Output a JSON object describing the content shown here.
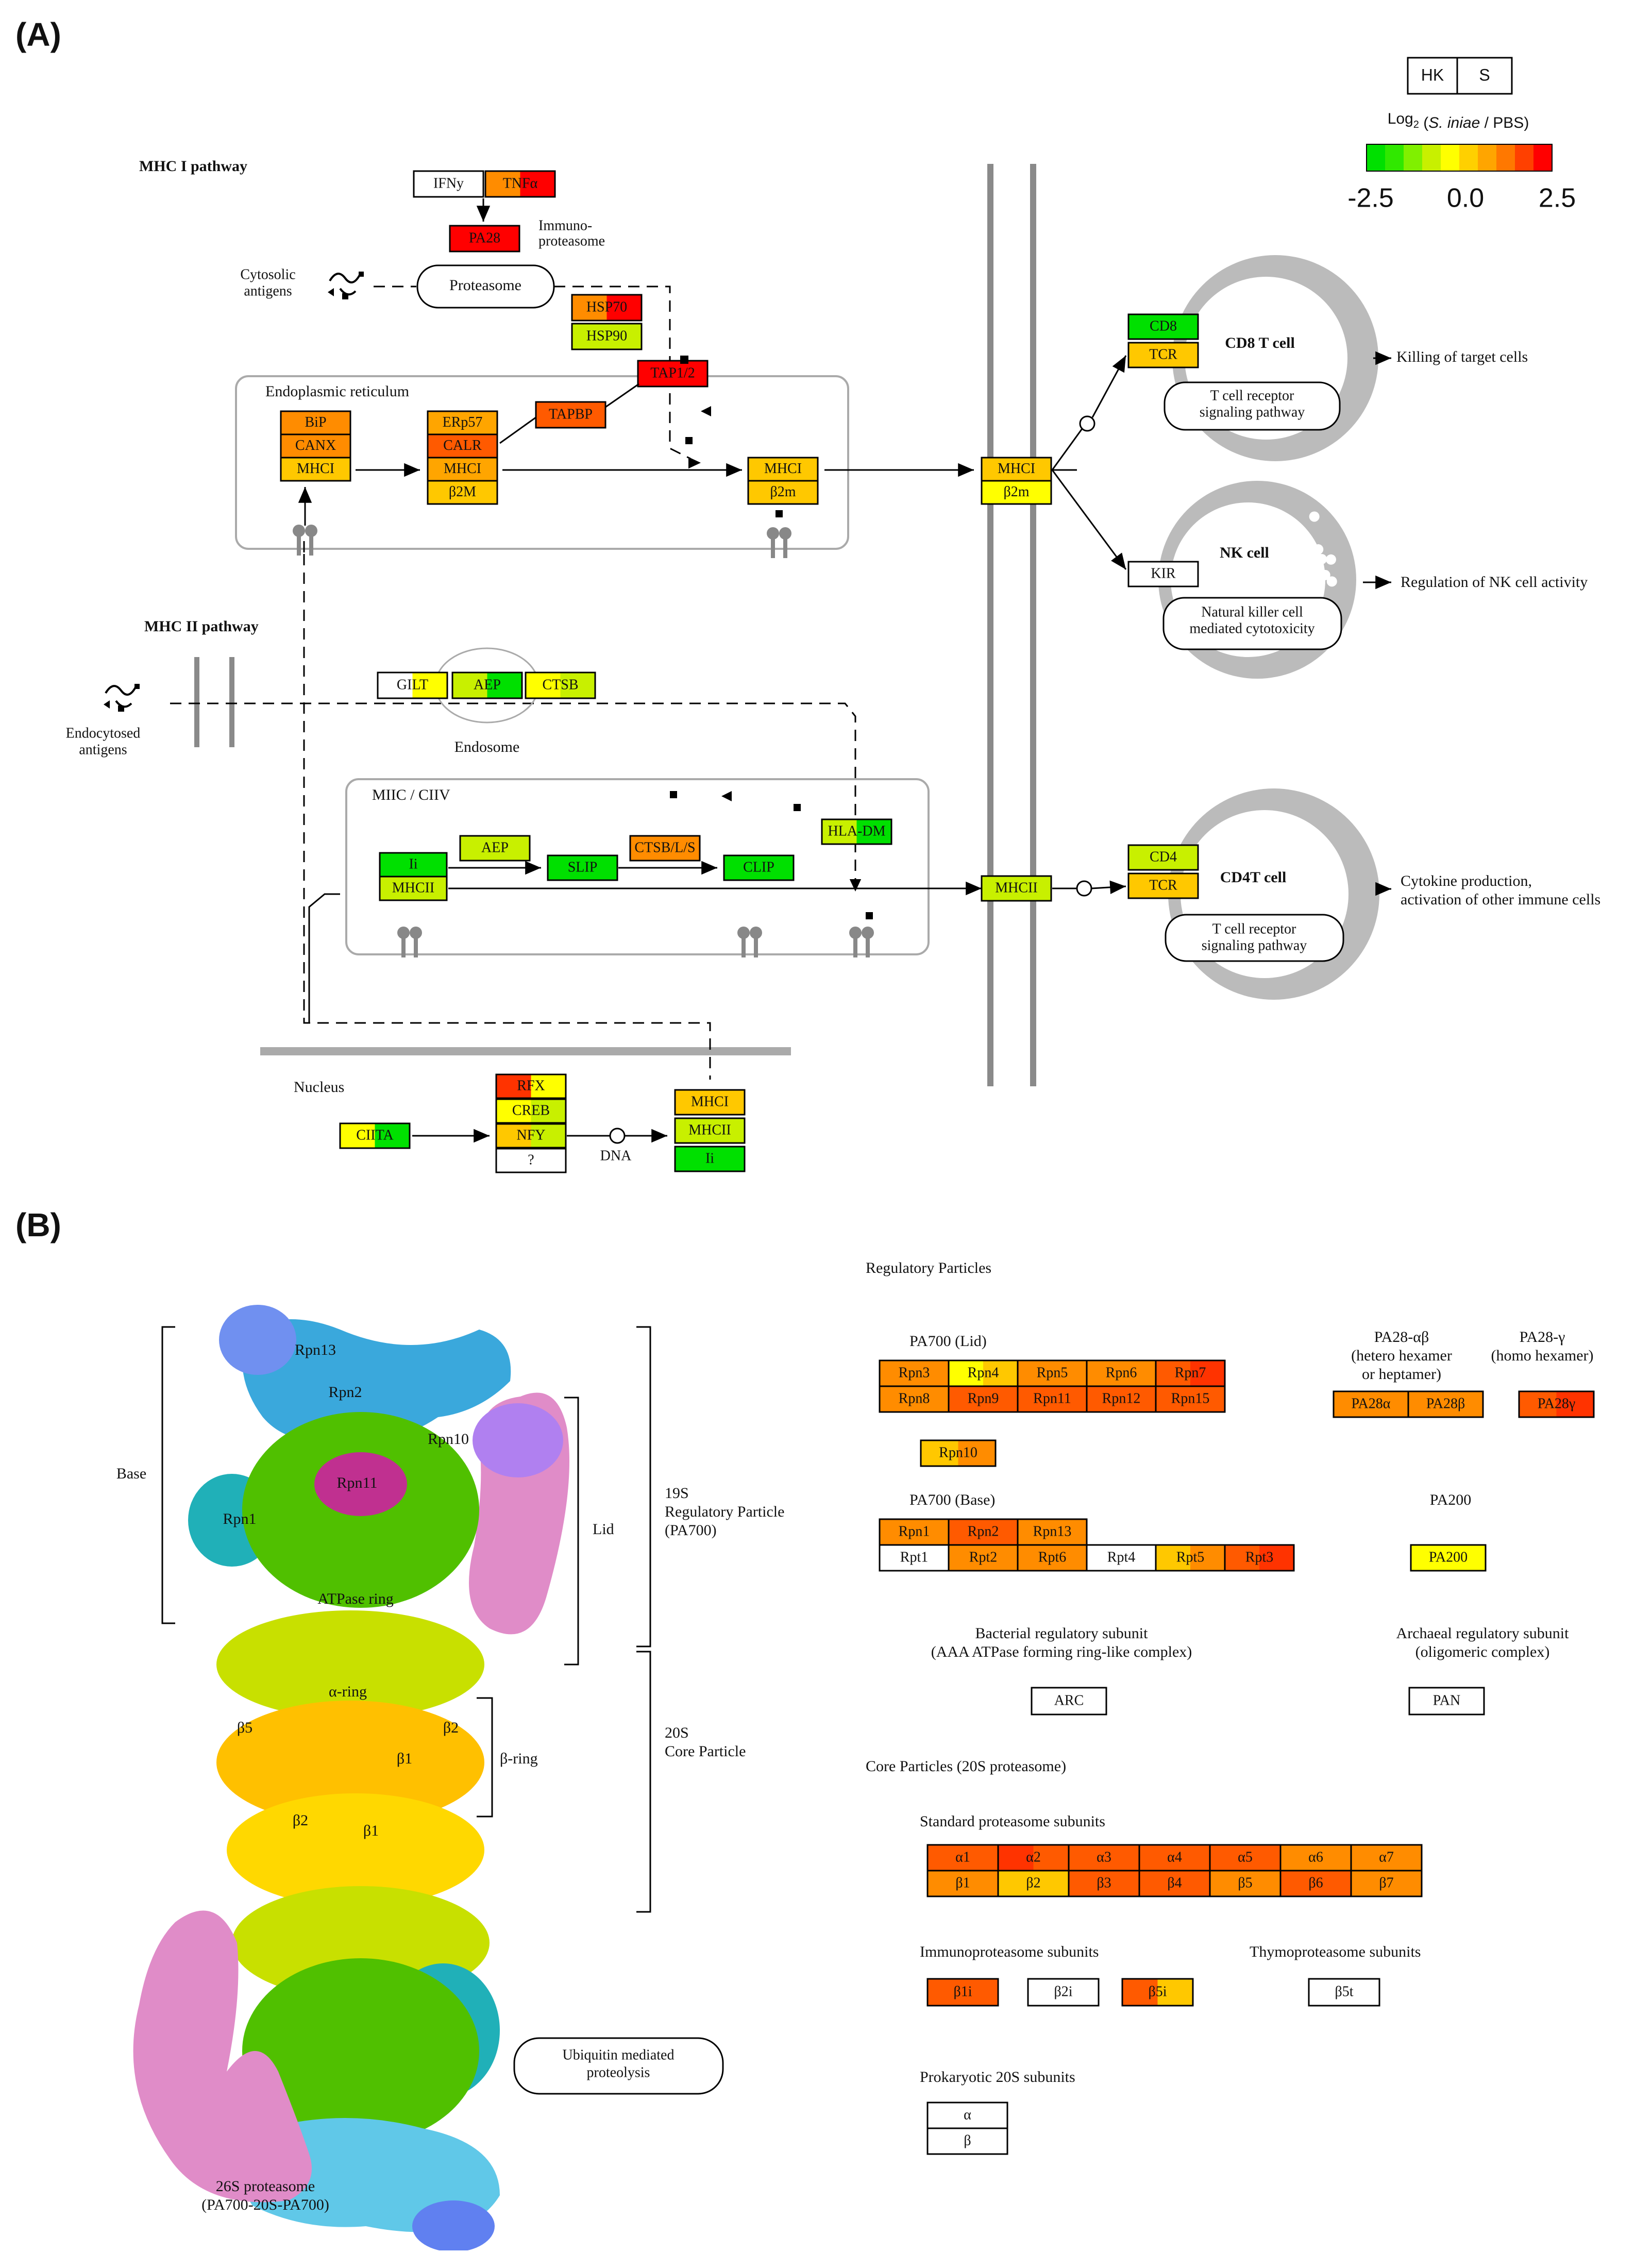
{
  "colors": {
    "red": "#ff0000",
    "red_orange": "#ff3300",
    "orange_red": "#ff5a00",
    "orange": "#ff8c00",
    "orange_light": "#ffa500",
    "yellow_orange": "#ffc800",
    "yellow": "#ffff00",
    "yellow_green": "#c8f000",
    "light_green": "#90ee00",
    "green": "#00e000",
    "white": "#ffffff",
    "gray_line": "#8a8a8a"
  },
  "panel_a": {
    "label": "(A)",
    "legend": {
      "hk_label": "HK",
      "s_label": "S",
      "scale_title_prefix": "Log",
      "scale_title_sub": "2",
      "scale_title_species": "S. iniae",
      "scale_title_suffix": " / PBS)",
      "scale_title_paren": " (",
      "ticks": [
        "-2.5",
        "0.0",
        "2.5"
      ],
      "gradient": [
        "#00e000",
        "#30e800",
        "#80f000",
        "#c8f000",
        "#ffff00",
        "#ffd000",
        "#ffa500",
        "#ff7800",
        "#ff4000",
        "#ff0000"
      ]
    },
    "titles": {
      "mhc1_pathway": "MHC I pathway",
      "mhc2_pathway": "MHC II pathway",
      "cytosolic_antigens": [
        "Cytosolic",
        "antigens"
      ],
      "immunoproteasome": [
        "Immuno-",
        "proteasome"
      ],
      "endoplasmic_reticulum": "Endoplasmic reticulum",
      "endocytosed_antigens": [
        "Endocytosed",
        "antigens"
      ],
      "endosome": "Endosome",
      "miic": "MIIC / CIIV",
      "nucleus": "Nucleus",
      "dna": "DNA",
      "cd8_cell": "CD8 T cell",
      "nk_cell": "NK cell",
      "cd4_cell": "CD4T cell",
      "tcr_pathway_1": [
        "T cell receptor",
        "signaling pathway"
      ],
      "nk_pathway": [
        "Natural killer cell",
        "mediated cytotoxicity"
      ],
      "tcr_pathway_2": [
        "T cell receptor",
        "signaling pathway"
      ],
      "outcome_cd8": "Killing of target cells",
      "outcome_nk": "Regulation of NK cell activity",
      "outcome_cd4": [
        "Cytokine production,",
        "activation of other immune cells"
      ],
      "proteasome": "Proteasome"
    },
    "genes": {
      "ifng": "IFNy",
      "tnfa": "TNFα",
      "pa28": "PA28",
      "hsp70": "HSP70",
      "hsp90": "HSP90",
      "tap": "TAP1/2",
      "tapbp": "TAPBP",
      "bip": "BiP",
      "canx": "CANX",
      "mhci_er1": "MHCI",
      "erp57": "ERp57",
      "calr": "CALR",
      "mhci_er2": "MHCI",
      "b2m_er2": "β2M",
      "mhci_er3": "MHCI",
      "b2m_er3": "β2m",
      "mhci_mem": "MHCI",
      "b2m_mem": "β2m",
      "cd8": "CD8",
      "tcr1": "TCR",
      "kir": "KIR",
      "gilt": "GILT",
      "aep1": "AEP",
      "ctsb": "CTSB",
      "ii": "Ii",
      "mhcii_miic": "MHCII",
      "aep2": "AEP",
      "slip": "SLIP",
      "ctsbls": "CTSB/L/S",
      "clip": "CLIP",
      "hladm": "HLA-DM",
      "mhcii_mem": "MHCII",
      "cd4": "CD4",
      "tcr2": "TCR",
      "rfx": "RFX",
      "creb": "CREB",
      "nfy": "NFY",
      "unknown": "?",
      "ciita": "CIITA",
      "mhci_nuc": "MHCI",
      "mhcii_nuc": "MHCII",
      "ii_nuc": "Ii"
    }
  },
  "panel_b": {
    "label": "(B)",
    "complex_labels": {
      "base": "Base",
      "lid": "Lid",
      "rp19s": [
        "19S",
        "Regulatory Particle",
        "(PA700)"
      ],
      "cp20s": [
        "20S",
        "Core Particle"
      ],
      "beta_ring": "β-ring",
      "alpha_ring": "α-ring",
      "atpase_ring": "ATPase ring",
      "rpn13": "Rpn13",
      "rpn2": "Rpn2",
      "rpn10": "Rpn10",
      "rpn11": "Rpn11",
      "rpn1": "Rpn1",
      "b5": "β5",
      "b2a": "β2",
      "b1a": "β1",
      "b2b": "β2",
      "b1b": "β1",
      "proteasome_26s": [
        "26S proteasome",
        "(PA700-20S-PA700)"
      ],
      "ubiquitin": [
        "Ubiquitin mediated",
        "proteolysis"
      ]
    },
    "regulatory_particles": "Regulatory Particles",
    "pa700_lid": "PA700 (Lid)",
    "lid_row1": [
      "Rpn3",
      "Rpn4",
      "Rpn5",
      "Rpn6",
      "Rpn7"
    ],
    "lid_row2": [
      "Rpn8",
      "Rpn9",
      "Rpn11",
      "Rpn12",
      "Rpn15"
    ],
    "rpn10": "Rpn10",
    "pa28ab_title": [
      "PA28-αβ",
      "(hetero hexamer",
      "or heptamer)"
    ],
    "pa28ab": [
      "PA28α",
      "PA28β"
    ],
    "pa28g_title": [
      "PA28-γ",
      "(homo hexamer)"
    ],
    "pa28g": "PA28γ",
    "pa700_base": "PA700 (Base)",
    "base_row1": [
      "Rpn1",
      "Rpn2",
      "Rpn13"
    ],
    "base_row2": [
      "Rpt1",
      "Rpt2",
      "Rpt6",
      "Rpt4",
      "Rpt5",
      "Rpt3"
    ],
    "pa200_title": "PA200",
    "pa200": "PA200",
    "bacterial_title": [
      "Bacterial regulatory subunit",
      "(AAA ATPase forming ring-like complex)"
    ],
    "arc": "ARC",
    "archaeal_title": [
      "Archaeal regulatory subunit",
      "(oligomeric complex)"
    ],
    "pan": "PAN",
    "core_particles": "Core Particles (20S proteasome)",
    "standard_title": "Standard proteasome subunits",
    "alpha_row": [
      "α1",
      "α2",
      "α3",
      "α4",
      "α5",
      "α6",
      "α7"
    ],
    "beta_row": [
      "β1",
      "β2",
      "β3",
      "β4",
      "β5",
      "β6",
      "β7"
    ],
    "immuno_title": "Immunoproteasome subunits",
    "immuno": [
      "β1i",
      "β2i",
      "β5i"
    ],
    "thymo_title": "Thymoproteasome subunits",
    "thymo": "β5t",
    "prokaryotic_title": "Prokaryotic 20S subunits",
    "prokaryotic": [
      "α",
      "β"
    ]
  }
}
